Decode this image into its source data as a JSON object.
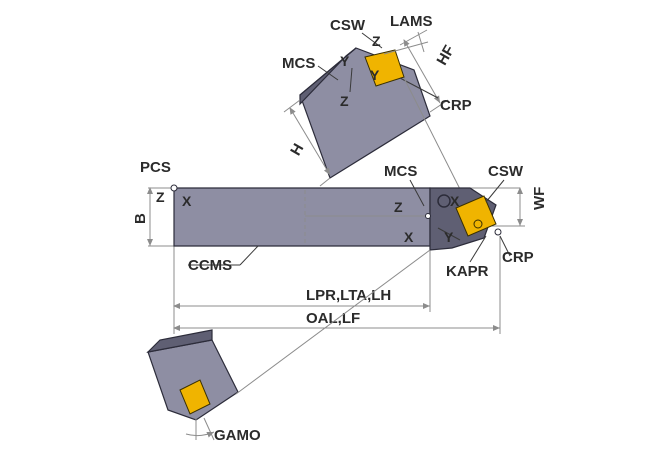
{
  "labels": {
    "pcs": "PCS",
    "mcs_top": "MCS",
    "mcs_main": "MCS",
    "csw_top": "CSW",
    "csw_main": "CSW",
    "lams": "LAMS",
    "hf": "HF",
    "h": "H",
    "crp_top": "CRP",
    "crp_main": "CRP",
    "b": "B",
    "wf": "WF",
    "ccms": "CCMS",
    "kapr": "KAPR",
    "lpr": "LPR,LTA,LH",
    "oal": "OAL,LF",
    "gamo": "GAMO"
  },
  "axes": {
    "x": "X",
    "y": "Y",
    "z": "Z"
  },
  "colors": {
    "body": "#8e8ea3",
    "body_dark": "#5f5f73",
    "insert": "#f0b400",
    "dimension_line": "#8c8c8c",
    "text": "#2b2b2b"
  }
}
